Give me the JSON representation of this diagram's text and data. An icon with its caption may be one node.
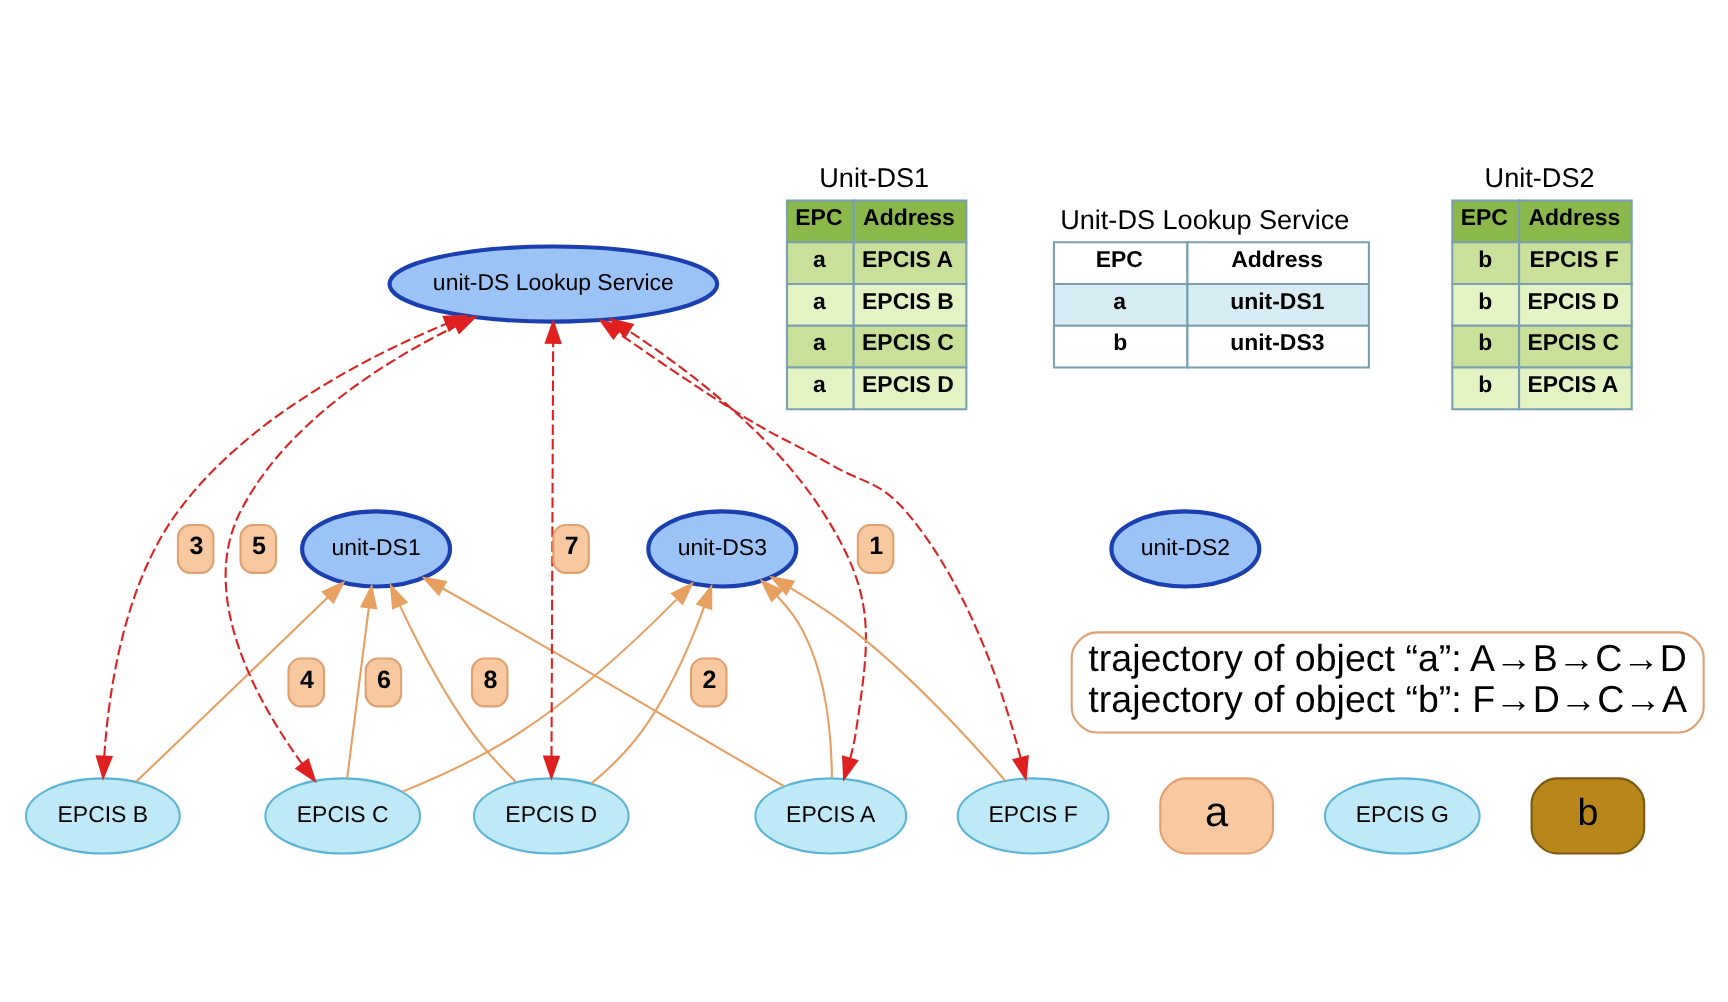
{
  "diagram": {
    "nodes": [
      {
        "text": [
          "unit-DS Lookup Service"
        ]
      },
      {
        "text": [
          "unit-DS1"
        ]
      },
      {
        "text": [
          "unit-DS2"
        ]
      },
      {
        "text": [
          "unit-DS3"
        ]
      },
      {
        "text": [
          "a"
        ]
      },
      {
        "text": [
          "EPCIS A"
        ]
      },
      {
        "text": [
          "EPCIS B"
        ]
      },
      {
        "text": [
          "EPCIS C"
        ]
      },
      {
        "text": [
          "EPCIS D"
        ]
      },
      {
        "text": [
          "EPCIS F"
        ]
      },
      {
        "text": [
          "EPCIS G"
        ]
      },
      {
        "text": [
          "b"
        ]
      },
      {
        "text": [
          "trajectory of object “a”: A→B→C→D",
          "trajectory of object “b”: F→D→C→A"
        ]
      }
    ],
    "edges": [
      {
        "from": 5,
        "to": 0,
        "arrow": "both",
        "label": "1",
        "style": "dashed",
        "color": "#e02020"
      },
      {
        "from": 6,
        "to": 0,
        "arrow": "both",
        "label": "3",
        "style": "dashed",
        "color": "#e02020"
      },
      {
        "from": 7,
        "to": 0,
        "arrow": "both",
        "label": "5",
        "style": "dashed",
        "color": "#e02020"
      },
      {
        "from": 8,
        "to": 0,
        "arrow": "both",
        "label": "7",
        "style": "dashed",
        "color": "#e02020"
      },
      {
        "from": 9,
        "to": 0,
        "arrow": "both",
        "style": "dashed",
        "color": "#e02020"
      },
      {
        "from": 5,
        "to": 1,
        "arrow": "to",
        "label": "2"
      },
      {
        "from": 5,
        "to": 3,
        "arrow": "to"
      },
      {
        "from": 6,
        "to": 1,
        "arrow": "to",
        "label": "4"
      },
      {
        "from": 7,
        "to": 1,
        "arrow": "to",
        "label": "6"
      },
      {
        "from": 8,
        "to": 1,
        "arrow": "to",
        "label": "8"
      },
      {
        "from": 7,
        "to": 3,
        "arrow": "to"
      },
      {
        "from": 8,
        "to": 3,
        "arrow": "to"
      },
      {
        "from": 9,
        "to": 3,
        "arrow": "to"
      }
    ],
    "labels": [
      "Unit-DS1",
      "EPC",
      "Address",
      "a",
      "EPCIS A",
      "a",
      "EPCIS B",
      "a",
      "EPCIS C",
      "a",
      "EPCIS D",
      "Unit-DS Lookup Service",
      "EPC",
      "Address",
      "a",
      "unit-DS1",
      "b",
      "unit-DS3",
      "Unit-DS2",
      "EPC",
      "Address",
      "b",
      "EPCIS F",
      "b",
      "EPCIS D",
      "b",
      "EPCIS C",
      "b",
      "EPCIS A"
    ]
  }
}
